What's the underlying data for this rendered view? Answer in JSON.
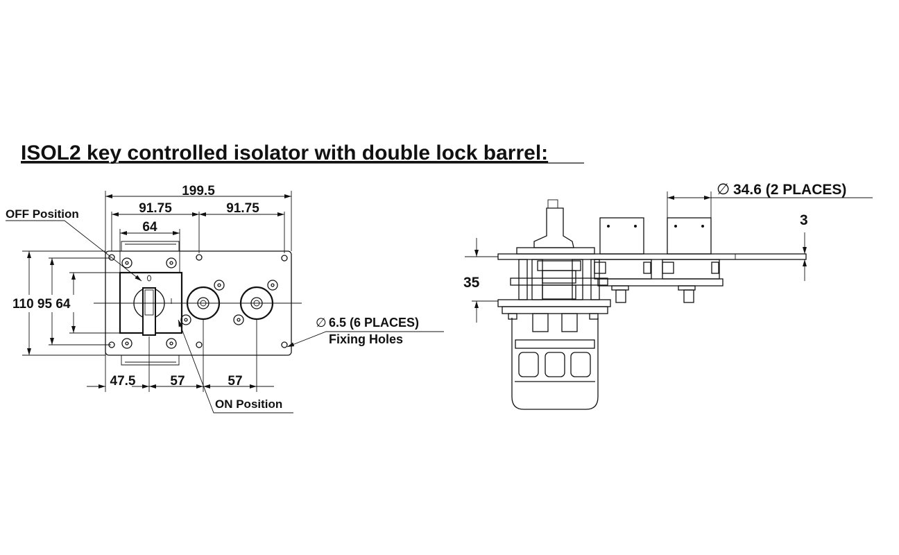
{
  "title": "ISOL2 key controlled isolator with double lock barrel:",
  "front_view": {
    "dim_overall_width": "199.5",
    "dim_hole_spacing_left": "91.75",
    "dim_hole_spacing_right": "91.75",
    "dim_switch_width": "64",
    "dim_heights": "110 95 64",
    "dim_bottom_1": "47.5",
    "dim_bottom_2": "57",
    "dim_bottom_3": "57",
    "label_off": "OFF Position",
    "label_on": "ON Position",
    "label_holes_dia": "6.5 (6 PLACES)",
    "label_holes_name": "Fixing Holes",
    "diameter_symbol": "∅"
  },
  "side_view": {
    "dim_depth": "35",
    "dim_plate": "3",
    "dim_barrel_dia": "34.6 (2 PLACES)",
    "diameter_symbol": "∅"
  }
}
